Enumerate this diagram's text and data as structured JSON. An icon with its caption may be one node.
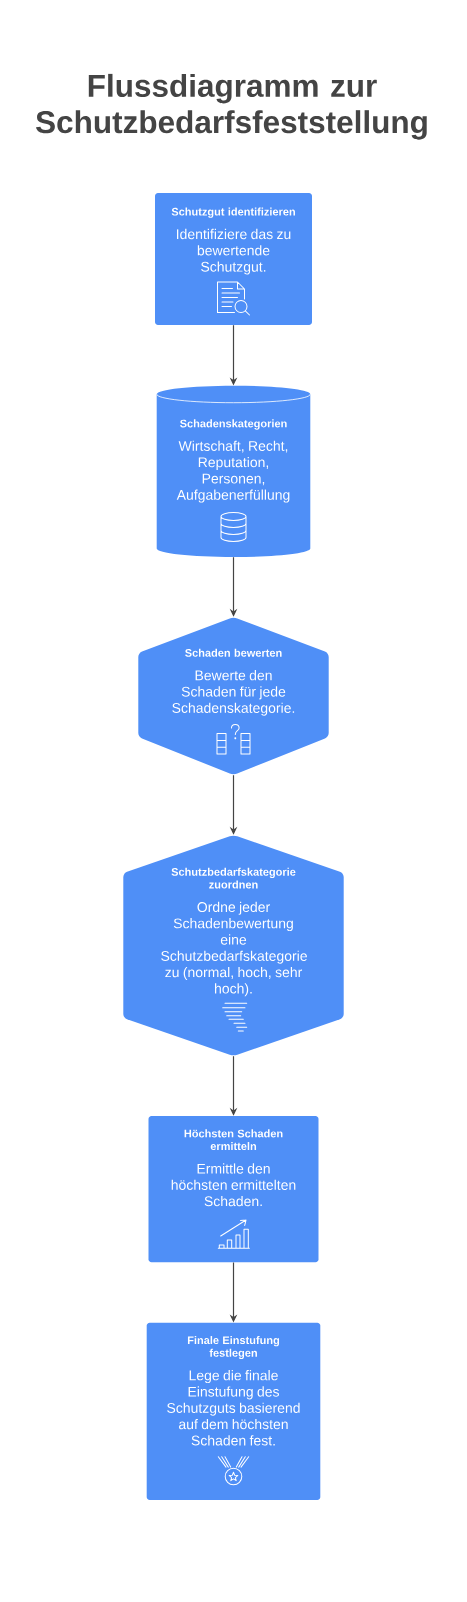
{
  "diagram": {
    "title": "Flussdiagramm zur Schutzbedarfsfeststellung",
    "nodes": [
      {
        "text": [
          "Schutzgut identifizieren",
          "Identifiziere das zu bewertende Schutzgut."
        ]
      },
      {
        "text": [
          "Schadenskategorien",
          "Wirtschaft, Recht, Reputation, Personen, Aufgabenerfüllung"
        ]
      },
      {
        "text": [
          "Schaden bewerten",
          "Bewerte den Schaden für jede Schadenskategorie."
        ]
      },
      {
        "text": [
          "Schutzbedarfskategorie zuordnen",
          "Ordne jeder Schadenbewertung eine Schutzbedarfskategorie zu (normal, hoch, sehr hoch)."
        ]
      },
      {
        "text": [
          "Höchsten Schaden ermitteln",
          "Ermittle den höchsten ermittelten Schaden."
        ]
      },
      {
        "text": [
          "Finale Einstufung festlegen",
          "Lege die finale Einstufung des Schutzguts basierend auf dem höchsten Schaden fest."
        ]
      }
    ],
    "edges": [
      {
        "from": 0,
        "to": 1,
        "arrow": "to"
      },
      {
        "from": 1,
        "to": 2,
        "arrow": "to"
      },
      {
        "from": 2,
        "to": 3,
        "arrow": "to"
      },
      {
        "from": 3,
        "to": 4,
        "arrow": "to"
      },
      {
        "from": 4,
        "to": 5,
        "arrow": "to"
      }
    ]
  }
}
